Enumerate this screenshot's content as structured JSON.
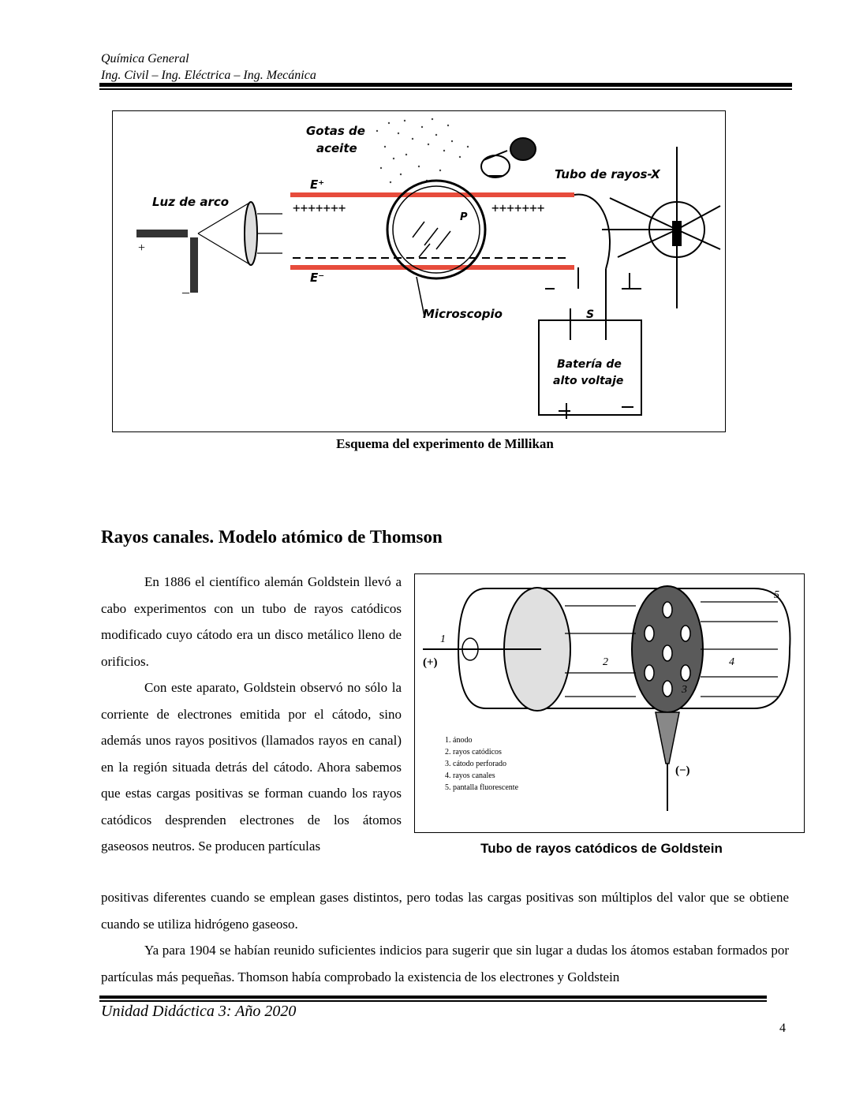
{
  "header": {
    "line1": "Química General",
    "line2": "Ing. Civil – Ing. Eléctrica – Ing. Mecánica"
  },
  "figure1": {
    "caption": "Esquema del experimento de Millikan",
    "labels": {
      "oil_drops": "Gotas de",
      "oil_drops_2": "aceite",
      "arc_light": "Luz de arco",
      "xray_tube": "Tubo de rayos-X",
      "e_plus": "E⁺",
      "e_minus": "E⁻",
      "microscope": "Microscopio",
      "p": "P",
      "s": "S",
      "battery": "Batería de",
      "battery_2": "alto voltaje",
      "plus": "+",
      "minus": "–"
    }
  },
  "section": {
    "title": "Rayos canales. Modelo atómico de Thomson",
    "para1": "En 1886 el científico alemán Goldstein llevó a cabo experimentos con un tubo de rayos catódicos modificado cuyo cátodo era un disco metálico  lleno de orificios.",
    "para2": "Con este aparato, Goldstein observó no sólo la corriente de electrones emitida por el cátodo, sino además unos rayos positivos (llamados rayos en canal) en la región situada detrás del cátodo. Ahora sabemos que estas cargas positivas se forman cuando los rayos catódicos desprenden electrones de los átomos gaseosos neutros. Se producen partículas",
    "para2_cont": "positivas diferentes cuando se emplean gases distintos, pero todas las cargas positivas son múltiplos del valor que se obtiene cuando se utiliza hidrógeno gaseoso.",
    "para3": "Ya para 1904 se habían reunido suficientes indicios para sugerir que sin lugar a dudas los átomos estaban formados por partículas más pequeñas. Thomson había comprobado la existencia de los electrones y Goldstein"
  },
  "figure2": {
    "caption": "Tubo de rayos catódicos de Goldstein",
    "labels": {
      "n1": "1",
      "n2": "2",
      "n3": "3",
      "n4": "4",
      "n5": "5",
      "anode_sign": "(+)",
      "cathode_sign": "(−)"
    },
    "legend": [
      "1.  ánodo",
      "2.  rayos catódicos",
      "3.  cátodo perforado",
      "4.  rayos canales",
      "5.  pantalla fluorescente"
    ]
  },
  "footer": {
    "text": "Unidad Didáctica 3: Año 2020",
    "page_number": "4"
  }
}
